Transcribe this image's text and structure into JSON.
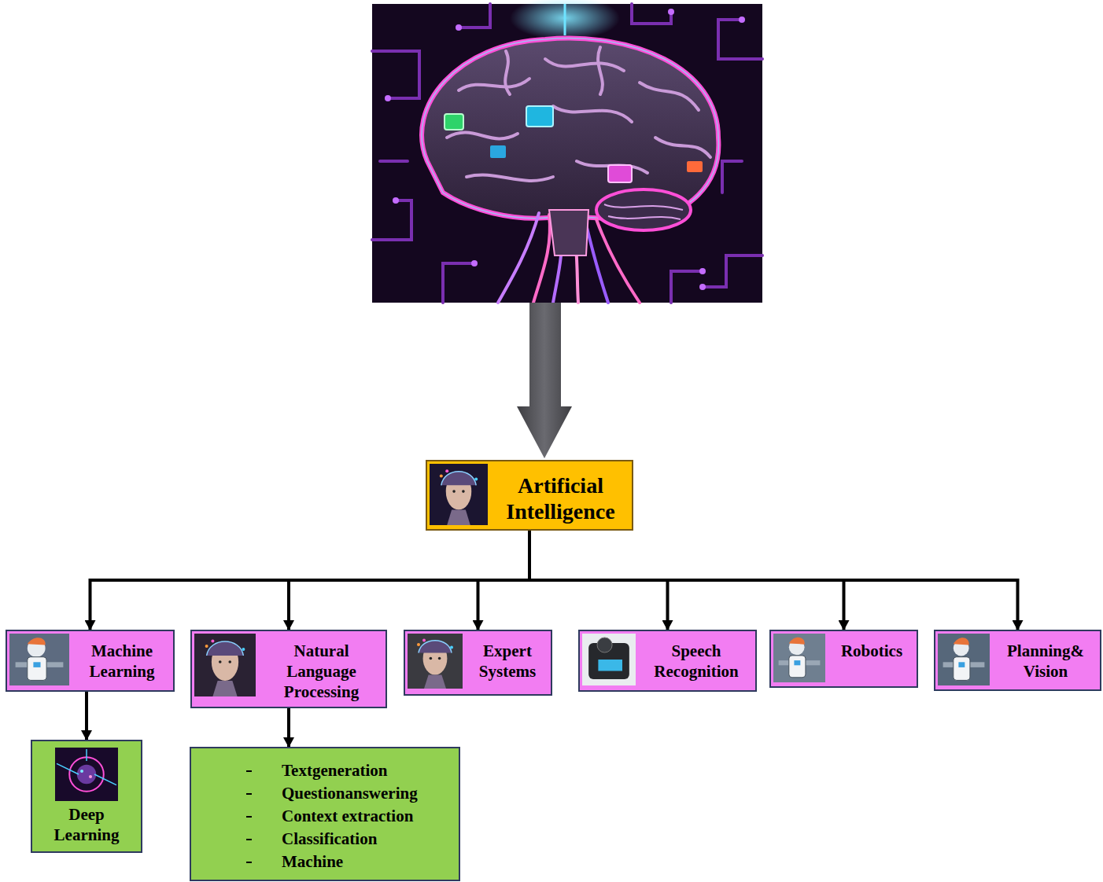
{
  "diagram": {
    "nodes": [
      {
        "text": [
          "Artificial Intelligence"
        ]
      },
      {
        "text": [
          "Machine Learning"
        ]
      },
      {
        "text": [
          "Natural Language Processing"
        ]
      },
      {
        "text": [
          "Expert Systems"
        ]
      },
      {
        "text": [
          "Speech Recognition"
        ]
      },
      {
        "text": [
          "Robotics"
        ]
      },
      {
        "text": [
          "Planning& Vision"
        ]
      },
      {
        "text": [
          "Deep Learning"
        ]
      },
      {
        "text": [
          "Textgeneration",
          "Questionanswering",
          "Context extraction",
          "Classification",
          "Machine"
        ]
      }
    ],
    "edges": [
      {
        "from": 0,
        "to": 1,
        "arrow": "to"
      },
      {
        "from": 0,
        "to": 2,
        "arrow": "to"
      },
      {
        "from": 0,
        "to": 3,
        "arrow": "to"
      },
      {
        "from": 0,
        "to": 4,
        "arrow": "to"
      },
      {
        "from": 0,
        "to": 5,
        "arrow": "to"
      },
      {
        "from": 0,
        "to": 6,
        "arrow": "to"
      },
      {
        "from": 1,
        "to": 7,
        "arrow": "to"
      },
      {
        "from": 2,
        "to": 8,
        "arrow": "to"
      }
    ]
  }
}
